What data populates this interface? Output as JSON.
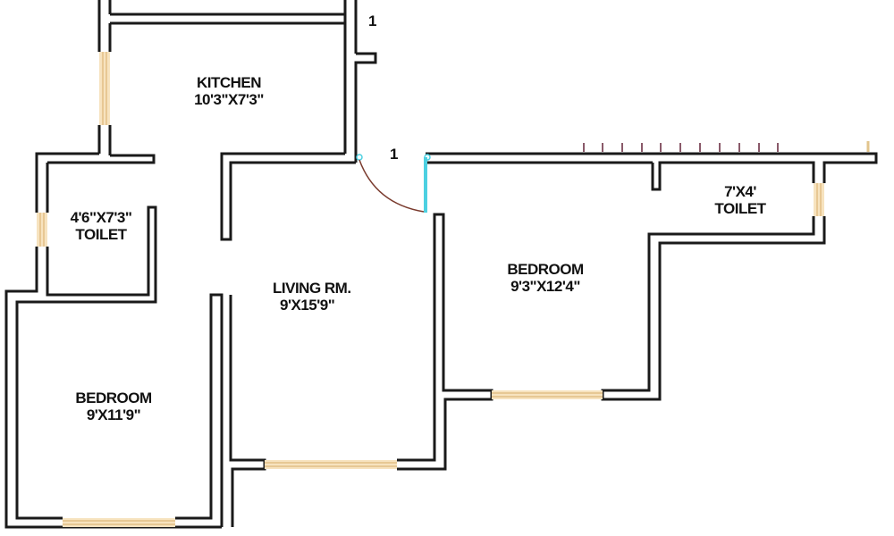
{
  "rooms": [
    {
      "id": "kitchen",
      "name": "KITCHEN",
      "size": "10'3\"X7'3\""
    },
    {
      "id": "toilet-left",
      "name": "TOILET",
      "size": "4'6\"X7'3\""
    },
    {
      "id": "toilet-right",
      "name": "TOILET",
      "size": "7'X4'"
    },
    {
      "id": "living",
      "name": "LIVING RM.",
      "size": "9'X15'9\""
    },
    {
      "id": "bedroom-right",
      "name": "BEDROOM",
      "size": "9'3\"X12'4\""
    },
    {
      "id": "bedroom-left",
      "name": "BEDROOM",
      "size": "9'X11'9\""
    }
  ],
  "markers": [
    {
      "id": "door-marker-top",
      "text": "1"
    },
    {
      "id": "door-marker-entry",
      "text": "1"
    }
  ],
  "colors": {
    "wall": "#1a1a1a",
    "window": "#f7e3bf",
    "door_leaf": "#4dd0e1",
    "door_swing": "#7a3b2e",
    "railing": "#8a5a6a"
  }
}
